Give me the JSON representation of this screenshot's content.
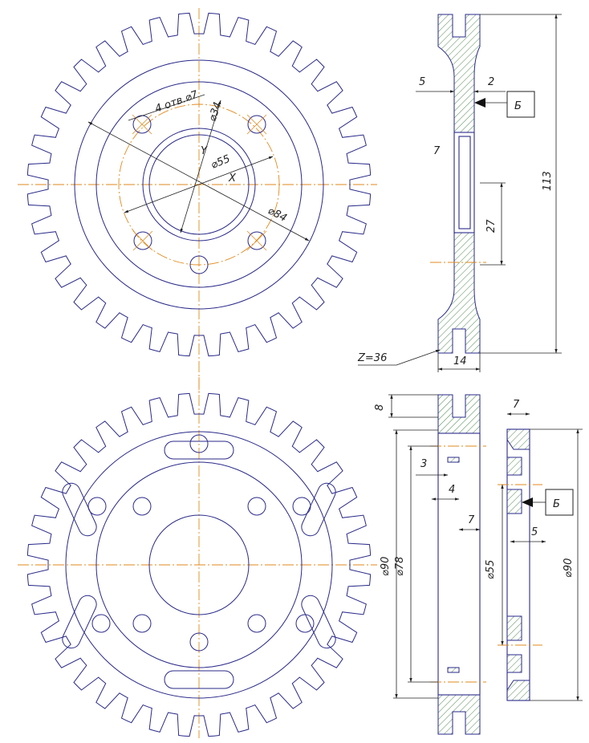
{
  "drawing": {
    "colors": {
      "outline": "#2a2a8a",
      "centerline": "#e08a1e",
      "dimension": "#222222",
      "hatch": "#4a8a4a"
    },
    "top_view": {
      "teeth_label": "Z=36",
      "holes_label": "4 отв.⌀7",
      "d34": "⌀34",
      "d55": "⌀55",
      "d84": "⌀84",
      "axis_y": "Y",
      "axis_x": "X"
    },
    "top_section": {
      "dim_5": "5",
      "dim_2": "2",
      "dim_7": "7",
      "dim_27": "27",
      "dim_113": "113",
      "dim_14": "14",
      "datum": "Б"
    },
    "bottom_section": {
      "dim_8": "8",
      "dim_3": "3",
      "dim_4": "4",
      "dim_7": "7",
      "d90": "⌀90",
      "d78": "⌀78",
      "d55": "⌀55"
    },
    "bottom_right": {
      "dim_7": "7",
      "dim_5": "5",
      "d90": "⌀90",
      "datum": "Б"
    }
  }
}
